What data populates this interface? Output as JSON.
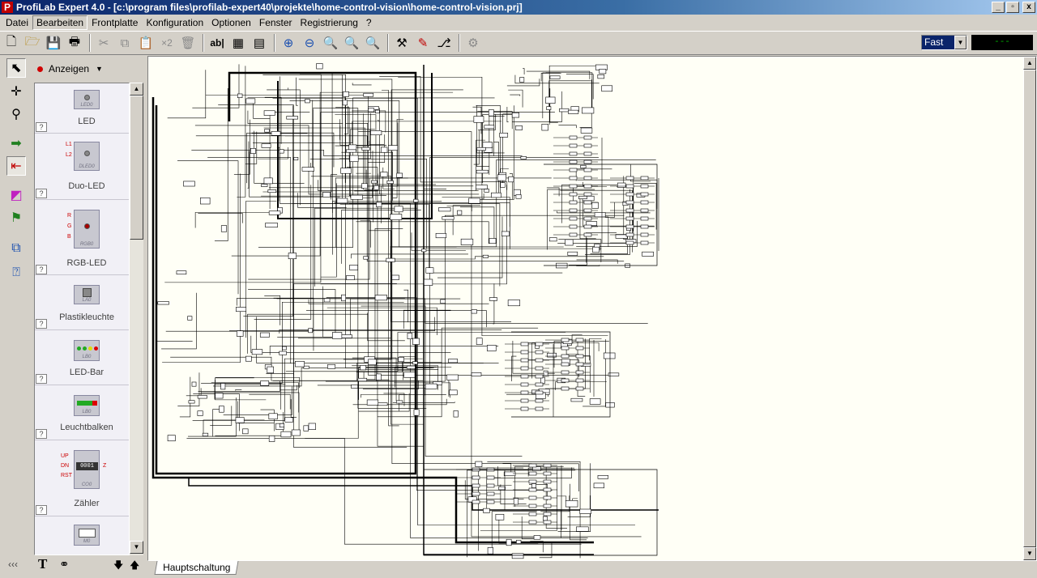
{
  "window": {
    "title": "ProfiLab Expert 4.0 - [c:\\program files\\profilab-expert40\\projekte\\home-control-vision\\home-control-vision.prj]",
    "icon_letter": "P",
    "buttons": {
      "minimize": "_",
      "restore": "▫",
      "close": "x"
    }
  },
  "menu": {
    "items": [
      "Datei",
      "Bearbeiten",
      "Frontplatte",
      "Konfiguration",
      "Optionen",
      "Fenster",
      "Registrierung",
      "?"
    ],
    "active": "Bearbeiten"
  },
  "toolbar": {
    "text_tool_label": "ab|",
    "copy_x2_label": "×2",
    "speed": {
      "value": "Fast",
      "display": "---"
    }
  },
  "palette": {
    "group_label": "Anzeigen",
    "help_label": "?",
    "items": [
      {
        "label": "LED",
        "icon_sub": "LED0"
      },
      {
        "label": "Duo-LED",
        "icon_sub": "DLED0",
        "pins": [
          "L1",
          "L2"
        ]
      },
      {
        "label": "RGB-LED",
        "icon_sub": "RGB0",
        "pins": [
          "R",
          "G",
          "B"
        ]
      },
      {
        "label": "Plastikleuchte",
        "icon_sub": "LA0"
      },
      {
        "label": "LED-Bar",
        "icon_sub": "LB0"
      },
      {
        "label": "Leuchtbalken",
        "icon_sub": "LB0"
      },
      {
        "label": "Zähler",
        "icon_sub": "CO0",
        "pins": [
          "UP",
          "DN",
          "RST"
        ],
        "out_pin": "Z",
        "display": "0001"
      },
      {
        "label": "",
        "icon_sub": "M0"
      }
    ],
    "footer": {
      "collapse": "‹‹‹"
    }
  },
  "sheet_tab": "Hauptschaltung",
  "colors": {
    "canvas_bg": "#fffff6",
    "window_bg": "#d4d0c8",
    "title_start": "#0a246a",
    "title_end": "#a6caf0"
  }
}
